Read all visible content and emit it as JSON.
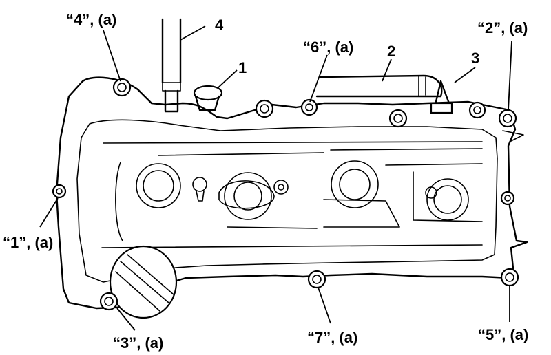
{
  "callouts": {
    "b1": "“1”, (a)",
    "b2": "“2”, (a)",
    "b3": "“3”, (a)",
    "b4": "“4”, (a)",
    "b5": "“5”, (a)",
    "b6": "“6”, (a)",
    "b7": "“7”, (a)"
  },
  "parts": {
    "p1": "1",
    "p2": "2",
    "p3": "3",
    "p4": "4"
  }
}
